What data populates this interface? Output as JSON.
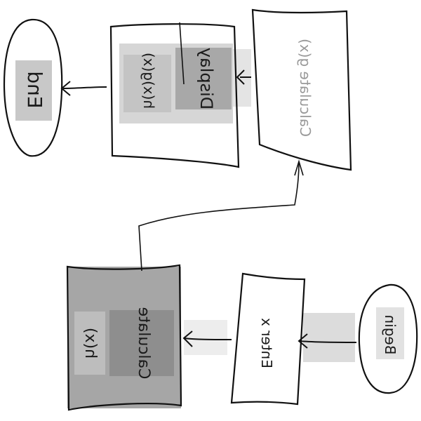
{
  "nodes": {
    "end": {
      "label": "End"
    },
    "display": {
      "label": "Display",
      "expr": "h(x)g(x)"
    },
    "calc_g": {
      "label": "Calculate g(x)"
    },
    "calc_h": {
      "label": "Calculate",
      "expr": "h(x)"
    },
    "enter": {
      "label": "Enter x"
    },
    "begin": {
      "label": "Begin"
    }
  },
  "colors": {
    "stroke": "#111111",
    "highlight_light": "#d9d9d9",
    "highlight_mid": "#bdbdbd",
    "highlight_dark": "#9e9e9e",
    "box_fill_dark": "#a6a6a6"
  }
}
